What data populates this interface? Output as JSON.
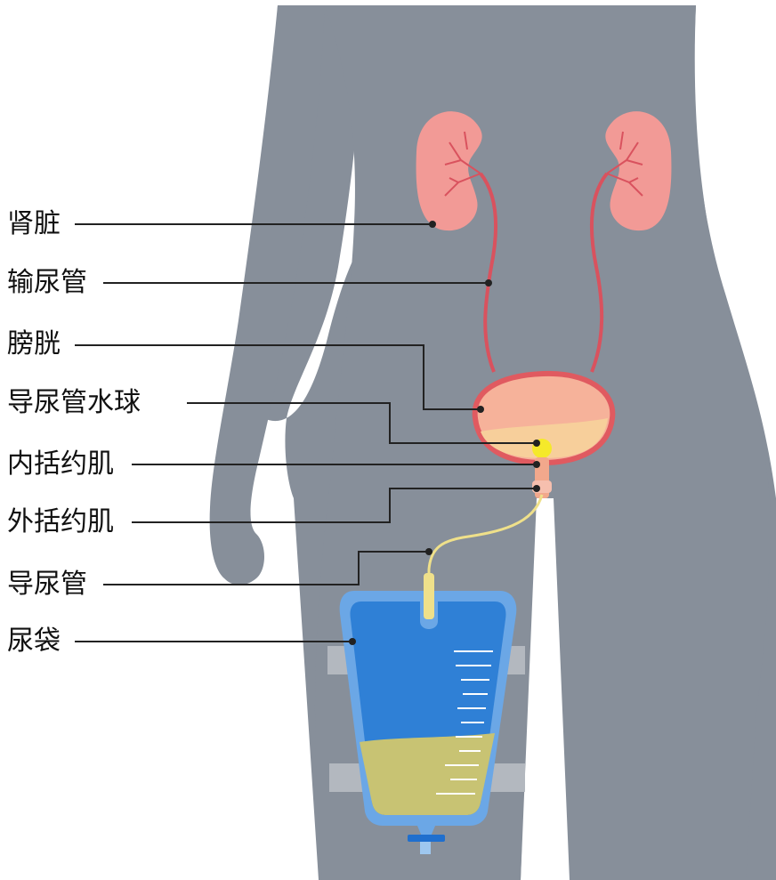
{
  "labels": {
    "kidney": "肾脏",
    "ureter": "输尿管",
    "bladder": "膀胱",
    "catheter_balloon": "导尿管水球",
    "internal_sphincter": "内括约肌",
    "external_sphincter": "外括约肌",
    "catheter": "导尿管",
    "urine_bag": "尿袋"
  },
  "colors": {
    "body": "#878f9a",
    "kidney": "#f29a96",
    "ureter": "#d9525e",
    "bladder_fill": "#f6b29a",
    "bladder_urine": "#f7cf9b",
    "balloon": "#f5e92a",
    "catheter_tube": "#efe08a",
    "bag_blue": "#2f80d6",
    "bag_urine": "#c8c373",
    "strap": "#b3b8bf",
    "leader_line": "#222222"
  },
  "icons": {
    "bag_outlet": "drain-valve"
  }
}
